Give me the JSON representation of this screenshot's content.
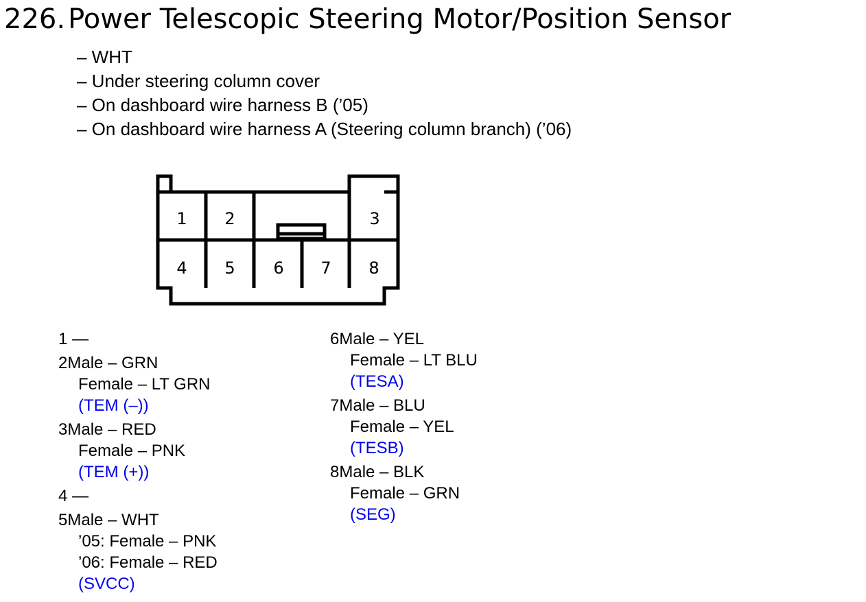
{
  "title": {
    "number": "226.",
    "text": "Power Telescopic Steering Motor/Position Sensor"
  },
  "info_lines": [
    "– WHT",
    "– Under steering column cover",
    "– On dashboard wire harness B (’05)",
    "– On dashboard wire harness A (Steering column branch) (’06)"
  ],
  "connector": {
    "cavity_labels": [
      "1",
      "2",
      "3",
      "4",
      "5",
      "6",
      "7",
      "8"
    ]
  },
  "pins_left": [
    {
      "head": "1 —"
    },
    {
      "head": "2Male – GRN",
      "lines": [
        "Female – LT GRN"
      ],
      "signal": "(TEM (–))"
    },
    {
      "head": "3Male – RED",
      "lines": [
        "Female – PNK"
      ],
      "signal": "(TEM (+))"
    },
    {
      "head": "4 —"
    },
    {
      "head": "5Male – WHT",
      "lines": [
        "’05: Female – PNK",
        "’06: Female – RED"
      ],
      "signal": "(SVCC)"
    }
  ],
  "pins_right": [
    {
      "head": "6Male – YEL",
      "lines": [
        "Female – LT BLU"
      ],
      "signal": "(TESA)"
    },
    {
      "head": "7Male – BLU",
      "lines": [
        "Female – YEL"
      ],
      "signal": "(TESB)"
    },
    {
      "head": "8Male – BLK",
      "lines": [
        "Female – GRN"
      ],
      "signal": "(SEG)"
    }
  ],
  "colors": {
    "text": "#000000",
    "signal": "#0000ee",
    "background": "#ffffff"
  }
}
